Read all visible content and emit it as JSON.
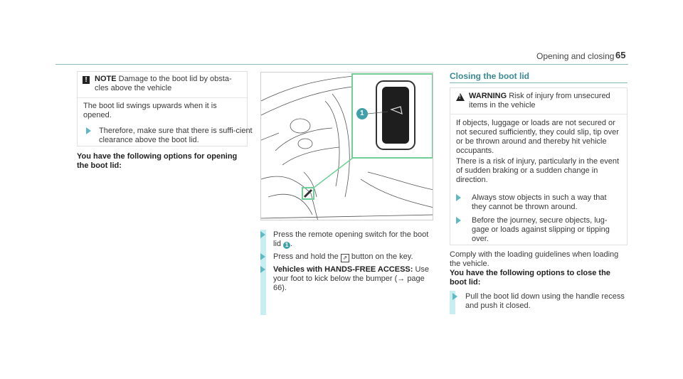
{
  "header": {
    "section": "Opening and closing",
    "page": "65"
  },
  "note": {
    "label": "NOTE",
    "title": "Damage to the boot lid by obsta-cles above the vehicle",
    "body": "The boot lid swings upwards when it is opened.",
    "bullet": "Therefore, make sure that there is suffi-cient clearance above the boot lid."
  },
  "options_open_head": "You have the following options for opening the boot lid:",
  "steps": [
    {
      "text": "Press the remote opening switch for the boot lid",
      "callout": "1",
      "suffix": "."
    },
    {
      "text_before": "Press and hold the",
      "key_icon": "boot-lid-key-icon",
      "text_after": "button on the key."
    },
    {
      "bold": "Vehicles with HANDS-FREE ACCESS:",
      "text": "Use your foot to kick below the bumper",
      "ref": "(→ page 66)."
    }
  ],
  "illustration": {
    "callout": "1"
  },
  "closing": {
    "title": "Closing the boot lid",
    "warning_label": "WARNING",
    "warning_title": "Risk of injury from unsecured items in the vehicle",
    "para1": "If objects, luggage or loads are not secured or not secured sufficiently, they could slip, tip over or be thrown around and thereby hit vehicle occupants.",
    "para2": "There is a risk of injury, particularly in the event of sudden braking or a sudden change in direction.",
    "bullet1": "Always stow objects in such a way that they cannot be thrown around.",
    "bullet2": "Before the journey, secure objects, lug-gage or loads against slipping or tipping over.",
    "comply": "Comply with the loading guidelines when loading the vehicle.",
    "close_head": "You have the following options to close the boot lid:",
    "close_bullet": "Pull the boot lid down using the handle recess and push it closed."
  },
  "colors": {
    "accent": "#3a8a93",
    "step_bar": "#c8eef2",
    "highlight_green": "#6fcf97"
  }
}
